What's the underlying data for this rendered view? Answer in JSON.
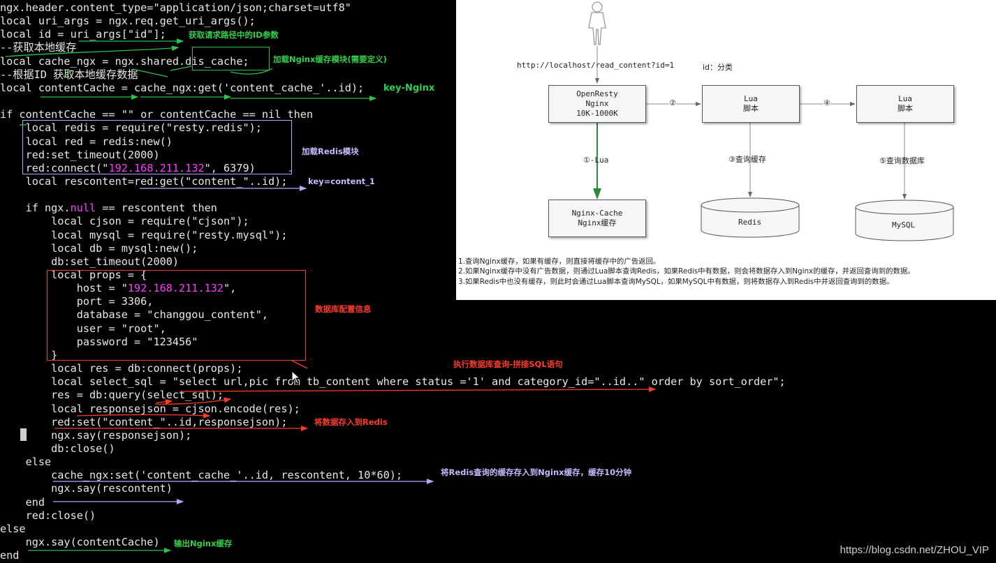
{
  "editor": {
    "lines": [
      {
        "segs": [
          {
            "t": "ngx.header.content_type=\"application/json;charset=utf8\""
          }
        ]
      },
      {
        "segs": [
          {
            "t": "local uri_args = ngx.req.get_uri_args();"
          }
        ]
      },
      {
        "segs": [
          {
            "t": "local id = uri_args[\"id\"];"
          }
        ]
      },
      {
        "segs": [
          {
            "t": "--获取本地缓存",
            "c": "cmt"
          }
        ]
      },
      {
        "segs": [
          {
            "t": "local cache_ngx = ngx.shared.dis_cache;"
          }
        ]
      },
      {
        "segs": [
          {
            "t": "--根据ID 获取本地缓存数据",
            "c": "cmt"
          }
        ]
      },
      {
        "segs": [
          {
            "t": "local contentCache = cache_ngx:get('content_cache_'..id);"
          }
        ]
      },
      {
        "segs": [
          {
            "t": ""
          }
        ]
      },
      {
        "segs": [
          {
            "t": "if contentCache == \"\" or contentCache == nil then"
          }
        ]
      },
      {
        "segs": [
          {
            "t": "    local redis = require(\"resty.redis\");"
          }
        ]
      },
      {
        "segs": [
          {
            "t": "    local red = redis:new()"
          }
        ]
      },
      {
        "segs": [
          {
            "t": "    red:set_timeout(2000)"
          }
        ]
      },
      {
        "segs": [
          {
            "t": "    red:connect(\""
          },
          {
            "t": "192.168.211.132",
            "c": "mag"
          },
          {
            "t": "\", 6379)"
          }
        ]
      },
      {
        "segs": [
          {
            "t": "    local rescontent=red:get(\"content_\"..id);"
          }
        ]
      },
      {
        "segs": [
          {
            "t": ""
          }
        ]
      },
      {
        "segs": [
          {
            "t": "    if ngx."
          },
          {
            "t": "null",
            "c": "mag"
          },
          {
            "t": " == rescontent then"
          }
        ]
      },
      {
        "segs": [
          {
            "t": "        local cjson = require(\"cjson\");"
          }
        ]
      },
      {
        "segs": [
          {
            "t": "        local mysql = require(\"resty.mysql\");"
          }
        ]
      },
      {
        "segs": [
          {
            "t": "        local db = mysql:new();"
          }
        ]
      },
      {
        "segs": [
          {
            "t": "        db:set_timeout(2000)"
          }
        ]
      },
      {
        "segs": [
          {
            "t": "        local props = {"
          }
        ]
      },
      {
        "segs": [
          {
            "t": "            host = \""
          },
          {
            "t": "192.168.211.132",
            "c": "mag"
          },
          {
            "t": "\","
          }
        ]
      },
      {
        "segs": [
          {
            "t": "            port = 3306,"
          }
        ]
      },
      {
        "segs": [
          {
            "t": "            database = \"changgou_content\","
          }
        ]
      },
      {
        "segs": [
          {
            "t": "            user = \"root\","
          }
        ]
      },
      {
        "segs": [
          {
            "t": "            password = \"123456\""
          }
        ]
      },
      {
        "segs": [
          {
            "t": "        }"
          }
        ]
      },
      {
        "segs": [
          {
            "t": "        local res = db:connect(props);"
          }
        ]
      },
      {
        "segs": [
          {
            "t": "        local select_sql = \"select url,pic from tb_content where status ='1' and category_id=\"..id..\" order by sort_order\";"
          }
        ]
      },
      {
        "segs": [
          {
            "t": "        res = db:query(select_sql);"
          }
        ]
      },
      {
        "segs": [
          {
            "t": "        local responsejson = cjson.encode(res);"
          }
        ]
      },
      {
        "segs": [
          {
            "t": "        red:set(\"content_\"..id,responsejson);"
          }
        ]
      },
      {
        "segs": [
          {
            "t": "        ngx.say(responsejson);"
          }
        ]
      },
      {
        "segs": [
          {
            "t": "        db:close()"
          }
        ]
      },
      {
        "segs": [
          {
            "t": "    else"
          }
        ]
      },
      {
        "segs": [
          {
            "t": "        cache_ngx:set('content_cache_'..id, rescontent, 10*60);"
          }
        ]
      },
      {
        "segs": [
          {
            "t": "        ngx.say(rescontent)"
          }
        ]
      },
      {
        "segs": [
          {
            "t": "    end"
          }
        ]
      },
      {
        "segs": [
          {
            "t": "    red:close()"
          }
        ]
      },
      {
        "segs": [
          {
            "t": "else"
          }
        ]
      },
      {
        "segs": [
          {
            "t": "    ngx.say(contentCache)"
          }
        ]
      },
      {
        "segs": [
          {
            "t": "end"
          }
        ]
      }
    ]
  },
  "annotations": {
    "id_param": "获取请求路径中的ID参数",
    "nginx_cache_module": "加载Nginx缓存模块(需要定义)",
    "key_nginx": "key-Nginx",
    "redis_module": "加载Redis模块",
    "key_content": "key=content_1",
    "db_config": "数据库配置信息",
    "db_query": "执行数据库查询-拼接SQL语句",
    "save_redis": "将数据存入到Redis",
    "save_nginx": "将Redis查询的缓存存入到Nginx缓存，缓存10分钟",
    "output_nginx": "输出Nginx缓存"
  },
  "diagram": {
    "url": "http://localhost/read_content?id=1",
    "id_label": "id：分类",
    "openresty": [
      "OpenResty",
      "Nginx",
      "10K-1000K"
    ],
    "lua1": [
      "Lua",
      "脚本"
    ],
    "lua2": [
      "Lua",
      "脚本"
    ],
    "nginx_cache": [
      "Nginx-Cache",
      "Nginx缓存"
    ],
    "redis": "Redis",
    "mysql": "MySQL",
    "step1": "①-Lua",
    "step2": "②",
    "step3": "③查询缓存",
    "step4": "④",
    "step5": "⑤查询数据库",
    "notes": [
      "1.查询Nginx缓存，如果有缓存，则直接将缓存中的广告返回。",
      "2.如果Nginx缓存中没有广告数据，则通过Lua脚本查询Redis，如果Redis中有数据，则会将数据存入到Nginx的缓存，并返回查询到的数据。",
      "3.如果Redis中也没有缓存，则此时会通过Lua脚本查询MySQL，如果MySQL中有数据，则将数据存入到Redis中并返回查询到的数据。"
    ]
  },
  "watermark": "https://blog.csdn.net/ZHOU_VIP",
  "colors": {
    "code_text": "#e8e8e8",
    "code_highlight": "#ff3cff",
    "annotation_green": "#32d04a",
    "annotation_purple": "#c9b8ff",
    "annotation_red": "#ff3a2a"
  },
  "icons": {
    "diagram_user": "stick-figure-icon",
    "mouse": "mouse-pointer-icon"
  }
}
